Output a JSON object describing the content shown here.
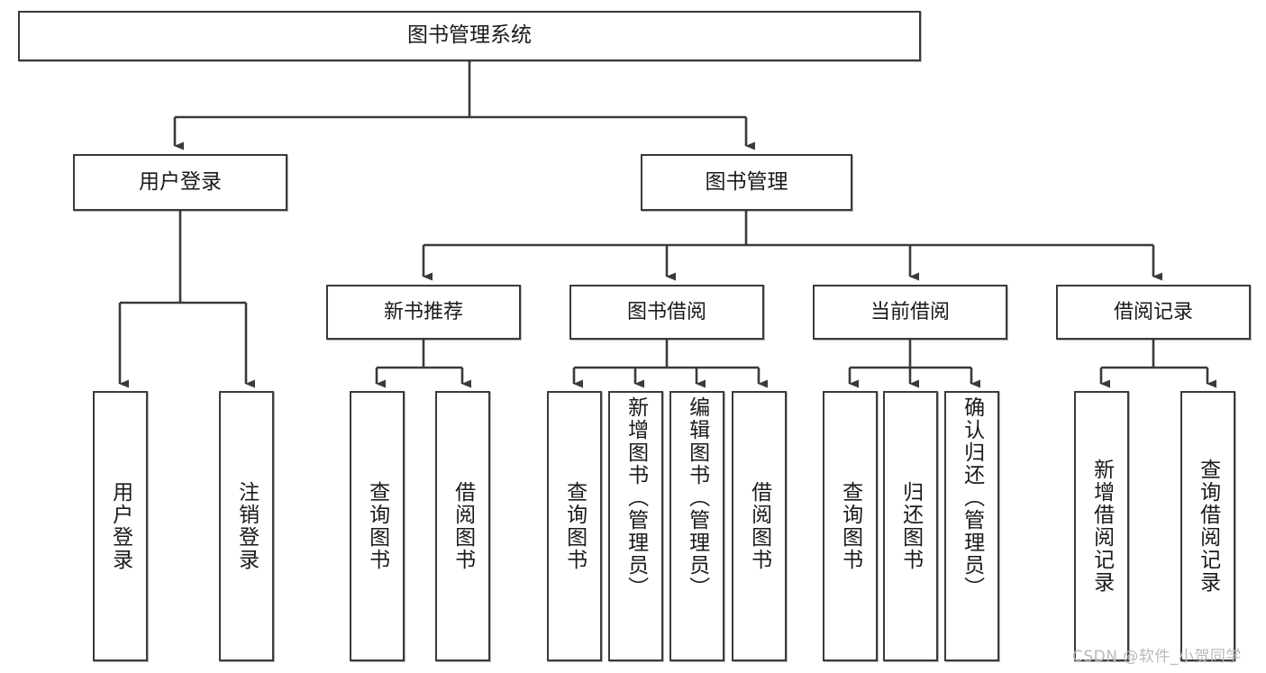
{
  "diagram": {
    "title": "图书管理系统",
    "type": "tree-hierarchy",
    "watermark": "CSDN @软件_小贺同学",
    "root": {
      "id": "root",
      "label": "图书管理系统"
    },
    "level2": [
      {
        "id": "user-login",
        "label": "用户登录"
      },
      {
        "id": "book-management",
        "label": "图书管理"
      }
    ],
    "level3": [
      {
        "id": "new-book-recommend",
        "label": "新书推荐",
        "parent": "book-management"
      },
      {
        "id": "book-borrow",
        "label": "图书借阅",
        "parent": "book-management"
      },
      {
        "id": "current-borrow",
        "label": "当前借阅",
        "parent": "book-management"
      },
      {
        "id": "borrow-record",
        "label": "借阅记录",
        "parent": "book-management"
      }
    ],
    "leaves": [
      {
        "id": "leaf-user-login",
        "label": "用户登录",
        "parent": "user-login"
      },
      {
        "id": "leaf-logout",
        "label": "注销登录",
        "parent": "user-login"
      },
      {
        "id": "leaf-query-book-1",
        "label": "查询图书",
        "parent": "new-book-recommend"
      },
      {
        "id": "leaf-borrow-book-1",
        "label": "借阅图书",
        "parent": "new-book-recommend"
      },
      {
        "id": "leaf-query-book-2",
        "label": "查询图书",
        "parent": "book-borrow"
      },
      {
        "id": "leaf-add-book",
        "label": "新增图书（管理员）",
        "parent": "book-borrow"
      },
      {
        "id": "leaf-edit-book",
        "label": "编辑图书（管理员）",
        "parent": "book-borrow"
      },
      {
        "id": "leaf-borrow-book-2",
        "label": "借阅图书",
        "parent": "book-borrow"
      },
      {
        "id": "leaf-query-book-3",
        "label": "查询图书",
        "parent": "current-borrow"
      },
      {
        "id": "leaf-return-book",
        "label": "归还图书",
        "parent": "current-borrow"
      },
      {
        "id": "leaf-confirm-return",
        "label": "确认归还（管理员）",
        "parent": "current-borrow"
      },
      {
        "id": "leaf-add-record",
        "label": "新增借阅记录",
        "parent": "borrow-record"
      },
      {
        "id": "leaf-query-record",
        "label": "查询借阅记录",
        "parent": "borrow-record"
      }
    ],
    "colors": {
      "stroke": "#3a3a3a",
      "fill": "#ffffff",
      "text": "#1a1a1a",
      "watermark": "#b9b9b9"
    }
  }
}
